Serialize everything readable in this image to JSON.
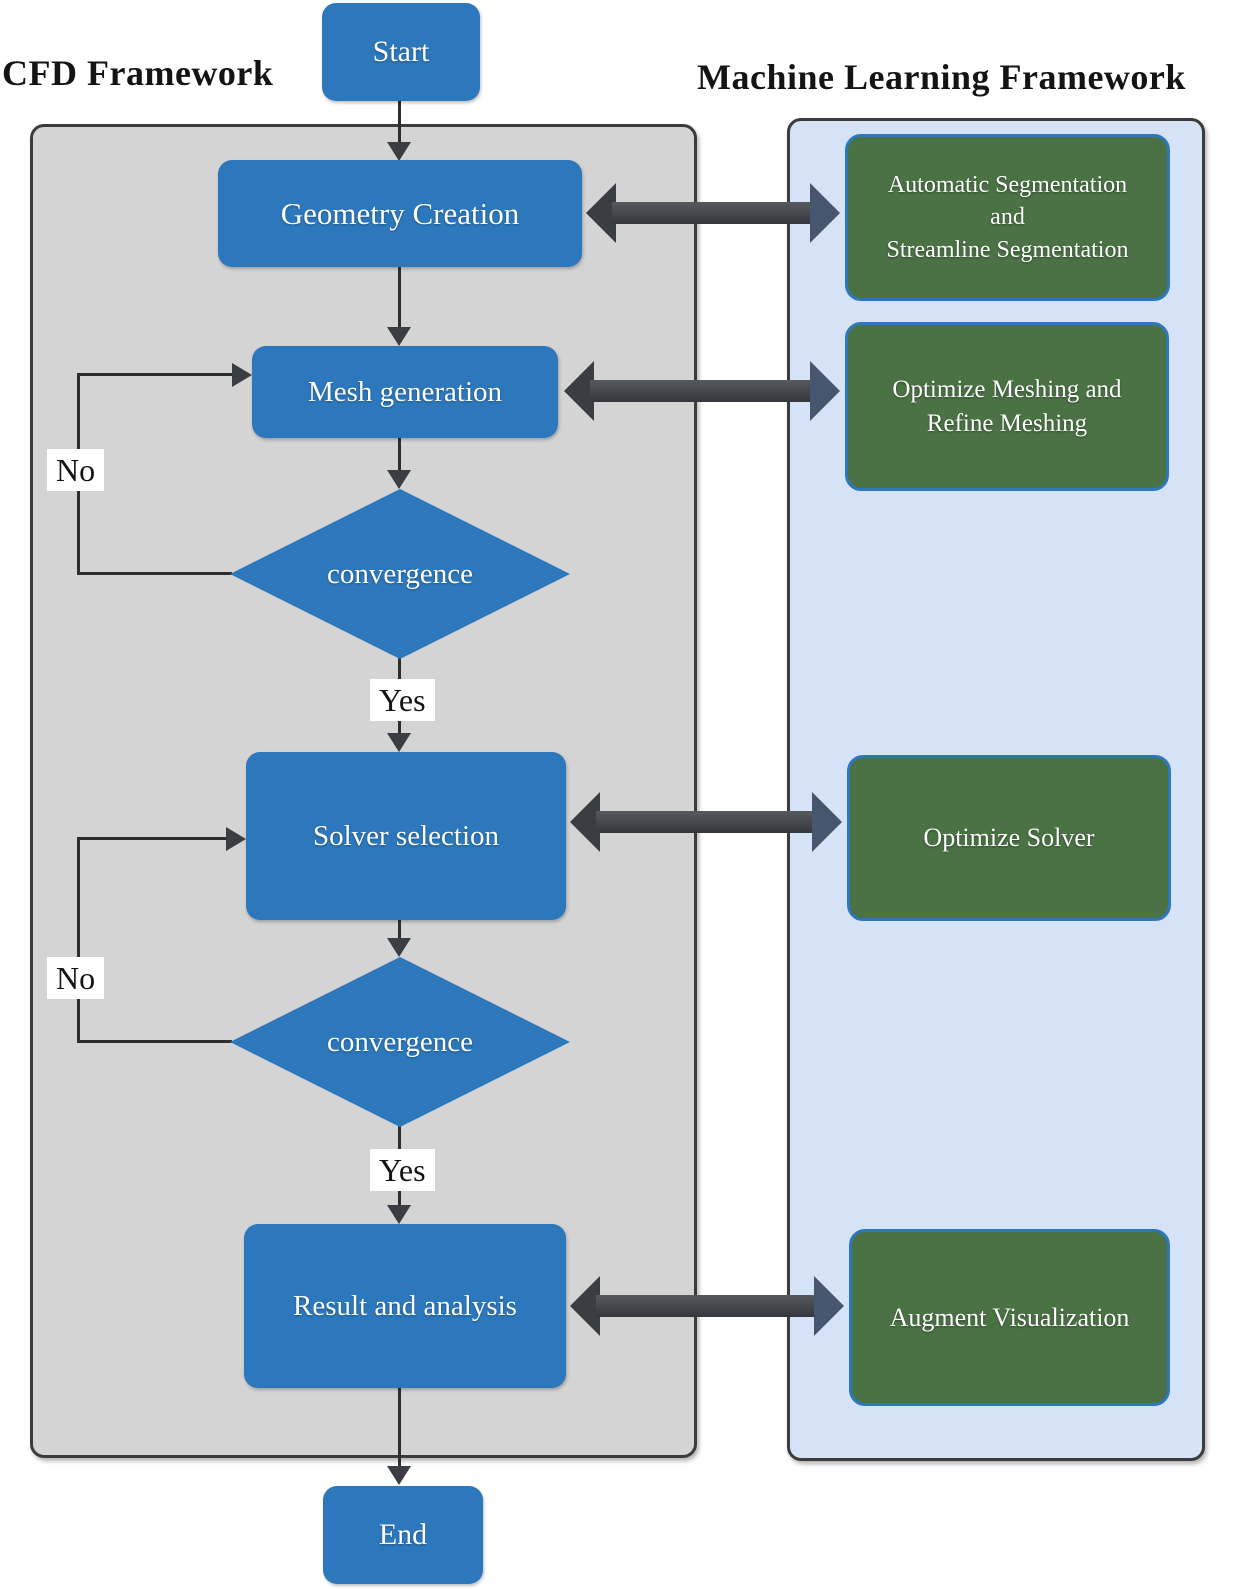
{
  "titles": {
    "left": "CFD Framework",
    "right": "Machine Learning Framework"
  },
  "cfd": {
    "start": "Start",
    "geometry": "Geometry Creation",
    "mesh": "Mesh generation",
    "convergence1": "convergence",
    "yes1": "Yes",
    "no1": "No",
    "solver": "Solver selection",
    "convergence2": "convergence",
    "yes2": "Yes",
    "no2": "No",
    "result": "Result and analysis",
    "end": "End"
  },
  "ml": {
    "segmentation": {
      "line1": "Automatic Segmentation",
      "line2": "and",
      "line3": "Streamline Segmentation"
    },
    "meshing": {
      "line1": "Optimize Meshing and",
      "line2": "Refine Meshing"
    },
    "solver": "Optimize Solver",
    "visualization": "Augment Visualization"
  },
  "colors": {
    "node_blue": "#2d78bd",
    "node_green": "#4b7245",
    "green_box_border": "#2d78bd",
    "panel_gray": "#d4d4d4",
    "panel_blue": "#d6e3f6",
    "connector_line": "#2e2e2e",
    "arrow_dark_gray": "#3a3d41",
    "arrow_steel_blue": "#46566e",
    "text_white": "#ffffff",
    "text_black": "#141414"
  }
}
